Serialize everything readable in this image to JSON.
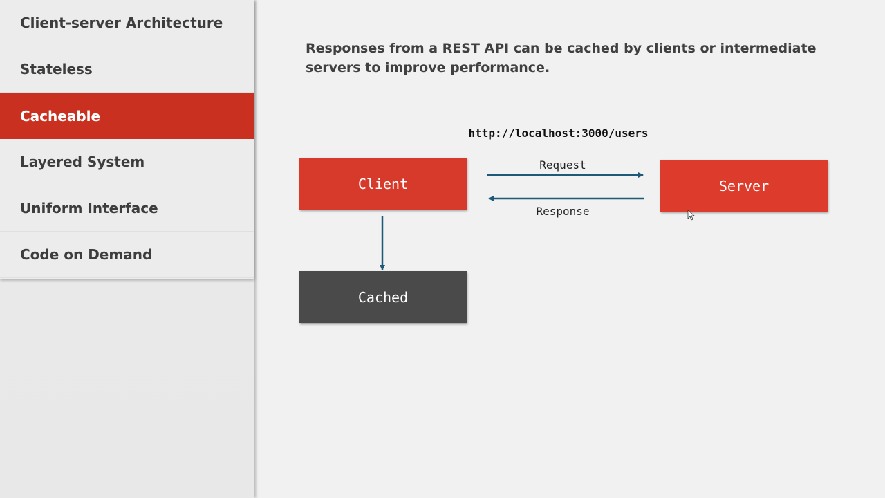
{
  "sidebar": {
    "items": [
      {
        "label": "Client-server Architecture",
        "active": false
      },
      {
        "label": "Stateless",
        "active": false
      },
      {
        "label": "Cacheable",
        "active": true
      },
      {
        "label": "Layered System",
        "active": false
      },
      {
        "label": "Uniform Interface",
        "active": false
      },
      {
        "label": "Code on Demand",
        "active": false
      }
    ]
  },
  "main": {
    "description": "Responses from a REST API can be cached by clients or intermediate servers to improve performance.",
    "diagram": {
      "url": "http://localhost:3000/users",
      "client_label": "Client",
      "server_label": "Server",
      "cached_label": "Cached",
      "request_label": "Request",
      "response_label": "Response"
    }
  },
  "colors": {
    "accent_red": "#c9301f",
    "box_red": "#d73a2a",
    "box_dark": "#4a4a4a",
    "arrow": "#1e5a78"
  }
}
